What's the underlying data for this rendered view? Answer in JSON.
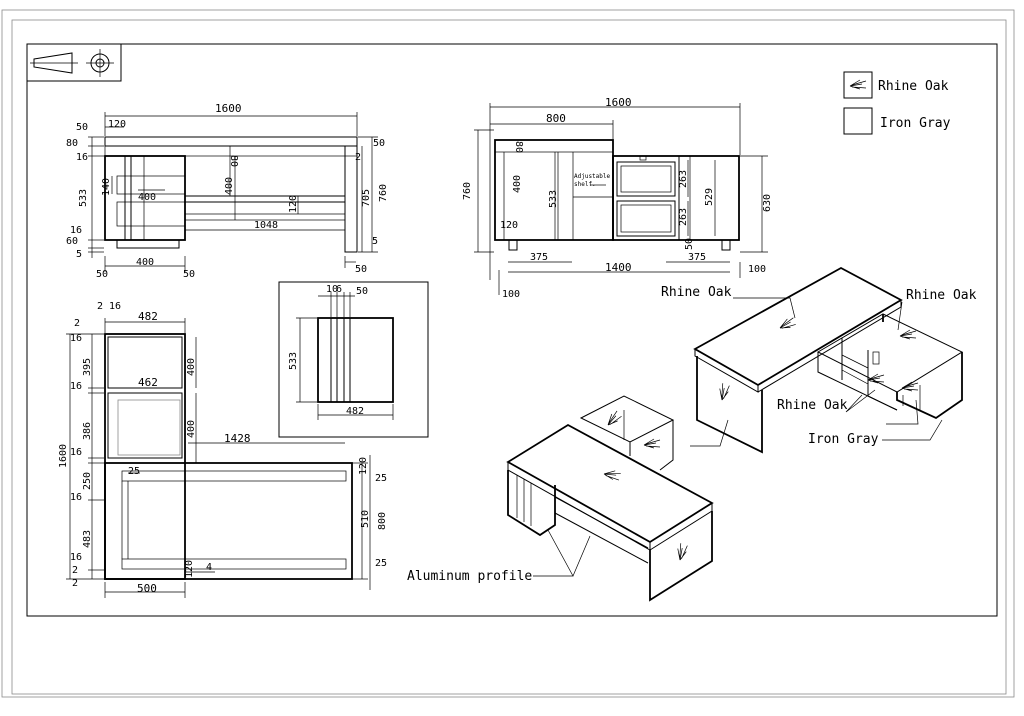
{
  "legend": {
    "oak_label": "Rhine Oak",
    "gray_label": "Iron Gray"
  },
  "front_view": {
    "width": "1600",
    "d120": "120",
    "h80": "80",
    "d400": "400",
    "d1048": "1048",
    "d120b": "120",
    "d140": "140",
    "d400b": "400",
    "h705": "705",
    "h760": "760",
    "h533": "533",
    "left_50": "50",
    "left_80": "80",
    "left_16": "16",
    "left_16b": "16",
    "left_60": "60",
    "left_5": "5",
    "right_50": "50",
    "right_2": "2",
    "right_5": "5",
    "bot_50a": "50",
    "bot_400": "400",
    "bot_50b": "50",
    "bot_50c": "50"
  },
  "credenza_view": {
    "width": "1600",
    "d800": "800",
    "h760": "760",
    "h80": "80",
    "h400": "400",
    "h533": "533",
    "h120": "120",
    "note": "Adjustable shelf.",
    "h263a": "263",
    "h263b": "263",
    "h529": "529",
    "h630": "630",
    "h50": "50",
    "d375a": "375",
    "d375b": "375",
    "d1400": "1400",
    "d100a": "100",
    "d100b": "100"
  },
  "drawer_view": {
    "d10": "10",
    "d6": "6",
    "d50": "50",
    "h533": "533",
    "w482": "482"
  },
  "plan_view": {
    "w482": "482",
    "w462": "462",
    "d1428": "1428",
    "d25": "25",
    "d4": "4",
    "w500": "500",
    "t2a": "2",
    "t16a": "16",
    "l2": "2",
    "l16a": "16",
    "h395": "395",
    "l16b": "16",
    "h386": "386",
    "l16c": "16",
    "h250": "250",
    "l16d": "16",
    "h483": "483",
    "l16e": "16",
    "l2b": "2",
    "l2c": "2",
    "h1600": "1600",
    "h400a": "400",
    "h400b": "400",
    "h120a": "120",
    "h120b": "120",
    "r25a": "25",
    "r510": "510",
    "r800": "800",
    "r25b": "25"
  },
  "iso_labels": {
    "oak_1": "Rhine Oak",
    "oak_2": "Rhine Oak",
    "oak_3": "Rhine Oak",
    "gray": "Iron Gray",
    "profile": "Aluminum profile"
  },
  "colors": {
    "ink": "#000000",
    "sheet": "#ffffff",
    "frame_gray": "#8a8a8a"
  },
  "icons": [
    "projection-symbol-icon",
    "rhine-oak-swatch-icon",
    "iron-gray-swatch-icon",
    "wood-grain-icon"
  ]
}
